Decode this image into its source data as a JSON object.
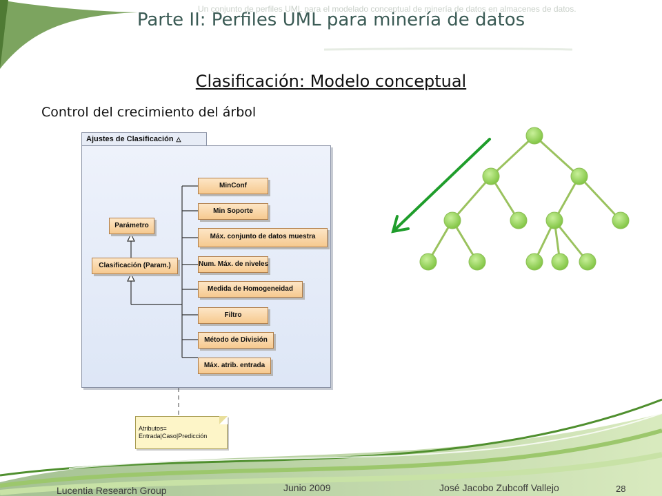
{
  "header_note": "Un conjunto de perfiles UML para el modelado conceptual de minería de datos en almacenes de datos.",
  "title": "Parte II: Perfiles UML para minería de datos",
  "subtitle": "Clasificación: Modelo conceptual",
  "section_label": "Control del crecimiento del árbol",
  "uml": {
    "package_name": "Ajustes de Clasificación",
    "parameter_class": "Parámetro",
    "classification_class": "Clasificación (Param.)",
    "settings": [
      "MinConf",
      "Min Soporte",
      "Máx. conjunto de datos muestra",
      "Num. Máx. de niveles",
      "Medida de Homogeneidad",
      "Filtro",
      "Método de División",
      "Máx. atrib. entrada"
    ],
    "note_line1": "Atributos=",
    "note_line2": "Entrada|Caso|Predicción"
  },
  "colors": {
    "title": "#3b5b55",
    "node_fill": "#9ad45a",
    "edge": "#9ac25e",
    "arrow": "#1f9d2b",
    "class_fill": "#f6c98f"
  },
  "footer": {
    "group": "Lucentia Research Group",
    "date": "Junio  2009",
    "author": "José Jacobo Zubcoff Vallejo",
    "page": "28"
  }
}
